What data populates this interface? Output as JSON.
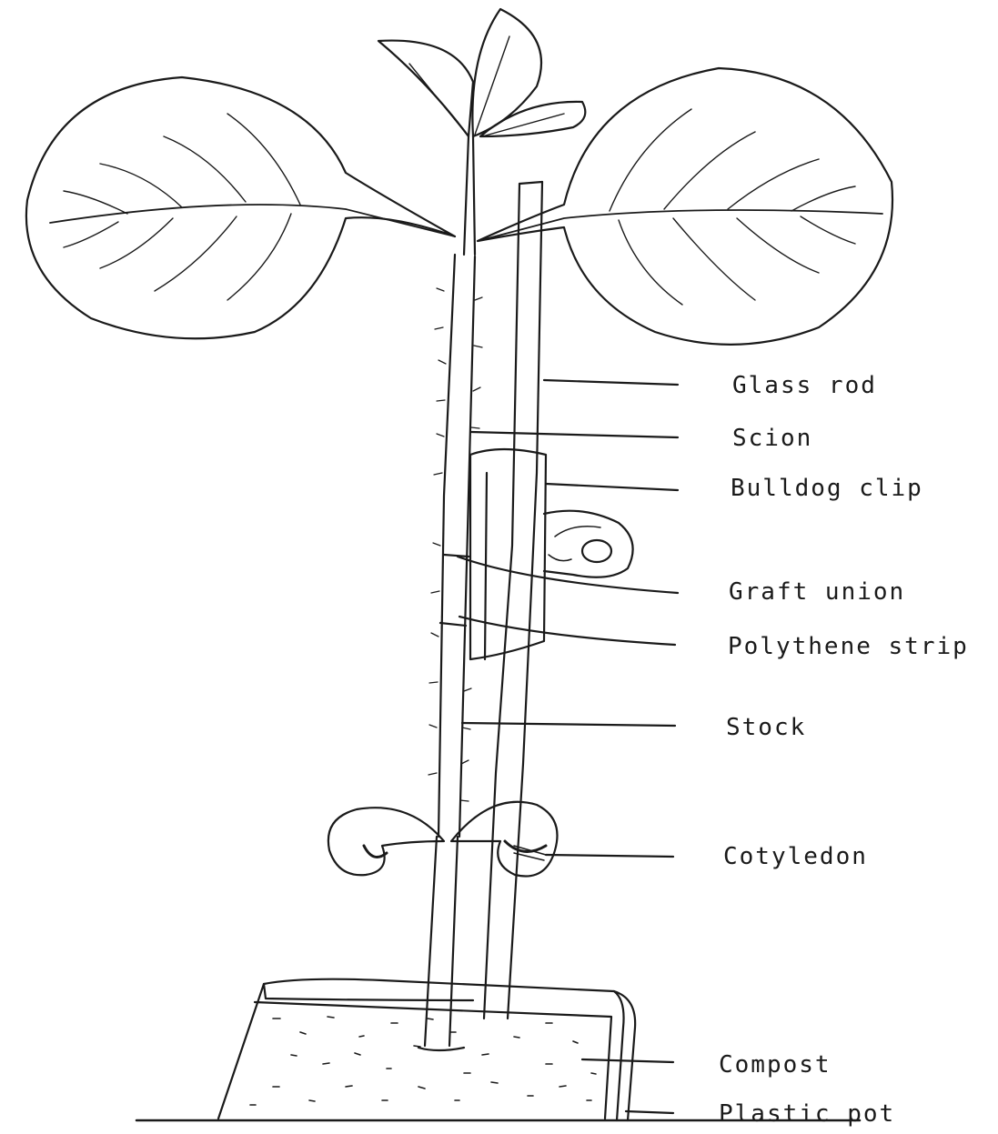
{
  "labels": {
    "glass_rod": "Glass rod",
    "scion": "Scion",
    "bulldog_clip": "Bulldog clip",
    "graft_union": "Graft union",
    "polythene_strip": "Polythene strip",
    "stock": "Stock",
    "cotyledon": "Cotyledon",
    "compost": "Compost",
    "plastic_pot": "Plastic pot"
  },
  "colors": {
    "ink": "#1a1a1a",
    "paper": "#ffffff"
  }
}
